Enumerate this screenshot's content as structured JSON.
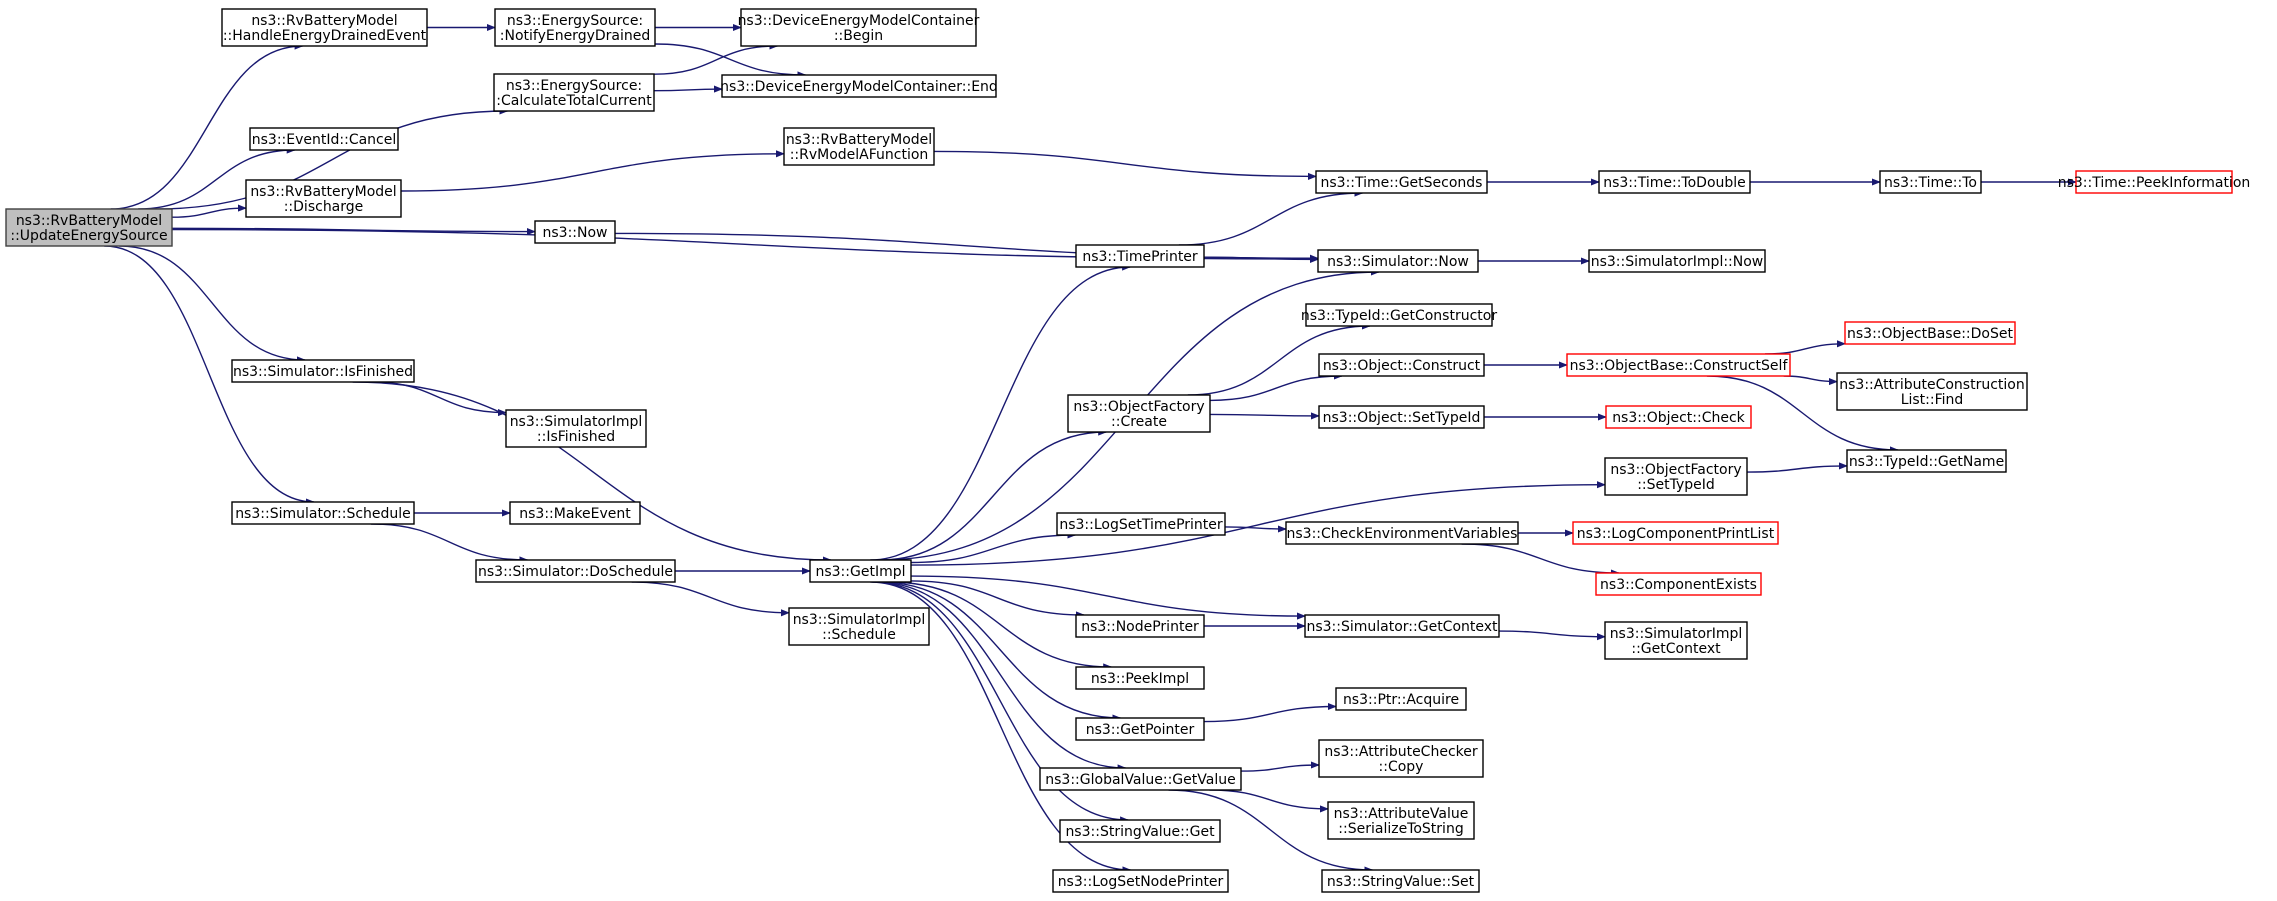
{
  "graph": {
    "edge_color": "#191970",
    "truncated_border_color": "#ff0000",
    "root_fill": "#bfbfbf",
    "nodes": [
      {
        "id": "n0",
        "lines": [
          "ns3::RvBatteryModel",
          "::UpdateEnergySource"
        ],
        "style": "root"
      },
      {
        "id": "n1",
        "lines": [
          "ns3::RvBatteryModel",
          "::HandleEnergyDrainedEvent"
        ]
      },
      {
        "id": "n2",
        "lines": [
          "ns3::EnergySource:",
          ":NotifyEnergyDrained"
        ]
      },
      {
        "id": "n3",
        "lines": [
          "ns3::DeviceEnergyModelContainer",
          "::Begin"
        ]
      },
      {
        "id": "n4",
        "lines": [
          "ns3::DeviceEnergyModelContainer::End"
        ]
      },
      {
        "id": "n5",
        "lines": [
          "ns3::EnergySource:",
          ":CalculateTotalCurrent"
        ]
      },
      {
        "id": "n6",
        "lines": [
          "ns3::EventId::Cancel"
        ]
      },
      {
        "id": "n7",
        "lines": [
          "ns3::RvBatteryModel",
          "::Discharge"
        ]
      },
      {
        "id": "n8",
        "lines": [
          "ns3::RvBatteryModel",
          "::RvModelAFunction"
        ]
      },
      {
        "id": "n9",
        "lines": [
          "ns3::Time::GetSeconds"
        ]
      },
      {
        "id": "n10",
        "lines": [
          "ns3::Time::ToDouble"
        ]
      },
      {
        "id": "n11",
        "lines": [
          "ns3::Time::To"
        ]
      },
      {
        "id": "n12",
        "lines": [
          "ns3::Time::PeekInformation"
        ],
        "style": "trunc"
      },
      {
        "id": "n13",
        "lines": [
          "ns3::Now"
        ]
      },
      {
        "id": "n14",
        "lines": [
          "ns3::Simulator::Now"
        ]
      },
      {
        "id": "n15",
        "lines": [
          "ns3::SimulatorImpl::Now"
        ]
      },
      {
        "id": "n16",
        "lines": [
          "ns3::TimePrinter"
        ]
      },
      {
        "id": "n17",
        "lines": [
          "ns3::Simulator::IsFinished"
        ]
      },
      {
        "id": "n18",
        "lines": [
          "ns3::SimulatorImpl",
          "::IsFinished"
        ]
      },
      {
        "id": "n19",
        "lines": [
          "ns3::GetImpl"
        ]
      },
      {
        "id": "n20",
        "lines": [
          "ns3::Simulator::Schedule"
        ]
      },
      {
        "id": "n21",
        "lines": [
          "ns3::MakeEvent"
        ]
      },
      {
        "id": "n22",
        "lines": [
          "ns3::Simulator::DoSchedule"
        ]
      },
      {
        "id": "n23",
        "lines": [
          "ns3::SimulatorImpl",
          "::Schedule"
        ]
      },
      {
        "id": "n24",
        "lines": [
          "ns3::TypeId::GetConstructor"
        ]
      },
      {
        "id": "n25",
        "lines": [
          "ns3::ObjectFactory",
          "::Create"
        ]
      },
      {
        "id": "n26",
        "lines": [
          "ns3::Object::Construct"
        ]
      },
      {
        "id": "n27",
        "lines": [
          "ns3::ObjectBase::ConstructSelf"
        ],
        "style": "trunc"
      },
      {
        "id": "n28",
        "lines": [
          "ns3::ObjectBase::DoSet"
        ],
        "style": "trunc"
      },
      {
        "id": "n29",
        "lines": [
          "ns3::AttributeConstruction",
          "List::Find"
        ]
      },
      {
        "id": "n30",
        "lines": [
          "ns3::Object::SetTypeId"
        ]
      },
      {
        "id": "n31",
        "lines": [
          "ns3::Object::Check"
        ],
        "style": "trunc"
      },
      {
        "id": "n32",
        "lines": [
          "ns3::ObjectFactory",
          "::SetTypeId"
        ]
      },
      {
        "id": "n33",
        "lines": [
          "ns3::TypeId::GetName"
        ]
      },
      {
        "id": "n34",
        "lines": [
          "ns3::LogSetTimePrinter"
        ]
      },
      {
        "id": "n35",
        "lines": [
          "ns3::CheckEnvironmentVariables"
        ]
      },
      {
        "id": "n36",
        "lines": [
          "ns3::LogComponentPrintList"
        ],
        "style": "trunc"
      },
      {
        "id": "n37",
        "lines": [
          "ns3::ComponentExists"
        ],
        "style": "trunc"
      },
      {
        "id": "n38",
        "lines": [
          "ns3::NodePrinter"
        ]
      },
      {
        "id": "n39",
        "lines": [
          "ns3::Simulator::GetContext"
        ]
      },
      {
        "id": "n40",
        "lines": [
          "ns3::SimulatorImpl",
          "::GetContext"
        ]
      },
      {
        "id": "n41",
        "lines": [
          "ns3::PeekImpl"
        ]
      },
      {
        "id": "n42",
        "lines": [
          "ns3::GetPointer"
        ]
      },
      {
        "id": "n43",
        "lines": [
          "ns3::Ptr::Acquire"
        ]
      },
      {
        "id": "n44",
        "lines": [
          "ns3::GlobalValue::GetValue"
        ]
      },
      {
        "id": "n45",
        "lines": [
          "ns3::AttributeChecker",
          "::Copy"
        ]
      },
      {
        "id": "n46",
        "lines": [
          "ns3::AttributeValue",
          "::SerializeToString"
        ]
      },
      {
        "id": "n47",
        "lines": [
          "ns3::StringValue::Set"
        ]
      },
      {
        "id": "n48",
        "lines": [
          "ns3::StringValue::Get"
        ]
      },
      {
        "id": "n49",
        "lines": [
          "ns3::LogSetNodePrinter"
        ]
      }
    ],
    "edges": [
      [
        "n0",
        "n1"
      ],
      [
        "n0",
        "n5"
      ],
      [
        "n0",
        "n6"
      ],
      [
        "n0",
        "n7"
      ],
      [
        "n0",
        "n13"
      ],
      [
        "n0",
        "n14"
      ],
      [
        "n0",
        "n17"
      ],
      [
        "n0",
        "n20"
      ],
      [
        "n1",
        "n2"
      ],
      [
        "n2",
        "n3"
      ],
      [
        "n2",
        "n4"
      ],
      [
        "n5",
        "n3"
      ],
      [
        "n5",
        "n4"
      ],
      [
        "n7",
        "n8"
      ],
      [
        "n8",
        "n9"
      ],
      [
        "n9",
        "n10"
      ],
      [
        "n10",
        "n11"
      ],
      [
        "n11",
        "n12"
      ],
      [
        "n13",
        "n14"
      ],
      [
        "n14",
        "n15"
      ],
      [
        "n16",
        "n9"
      ],
      [
        "n16",
        "n14"
      ],
      [
        "n17",
        "n18"
      ],
      [
        "n17",
        "n19"
      ],
      [
        "n20",
        "n21"
      ],
      [
        "n20",
        "n22"
      ],
      [
        "n22",
        "n19"
      ],
      [
        "n22",
        "n23"
      ],
      [
        "n19",
        "n16"
      ],
      [
        "n19",
        "n14"
      ],
      [
        "n19",
        "n25"
      ],
      [
        "n19",
        "n32"
      ],
      [
        "n19",
        "n34"
      ],
      [
        "n19",
        "n38"
      ],
      [
        "n19",
        "n39"
      ],
      [
        "n19",
        "n41"
      ],
      [
        "n19",
        "n42"
      ],
      [
        "n19",
        "n44"
      ],
      [
        "n19",
        "n48"
      ],
      [
        "n19",
        "n49"
      ],
      [
        "n25",
        "n24"
      ],
      [
        "n25",
        "n26"
      ],
      [
        "n25",
        "n30"
      ],
      [
        "n26",
        "n27"
      ],
      [
        "n27",
        "n28"
      ],
      [
        "n27",
        "n29"
      ],
      [
        "n27",
        "n33"
      ],
      [
        "n30",
        "n31"
      ],
      [
        "n32",
        "n33"
      ],
      [
        "n34",
        "n35"
      ],
      [
        "n35",
        "n36"
      ],
      [
        "n35",
        "n37"
      ],
      [
        "n38",
        "n39"
      ],
      [
        "n39",
        "n40"
      ],
      [
        "n42",
        "n43"
      ],
      [
        "n44",
        "n45"
      ],
      [
        "n44",
        "n46"
      ],
      [
        "n44",
        "n47"
      ]
    ]
  }
}
